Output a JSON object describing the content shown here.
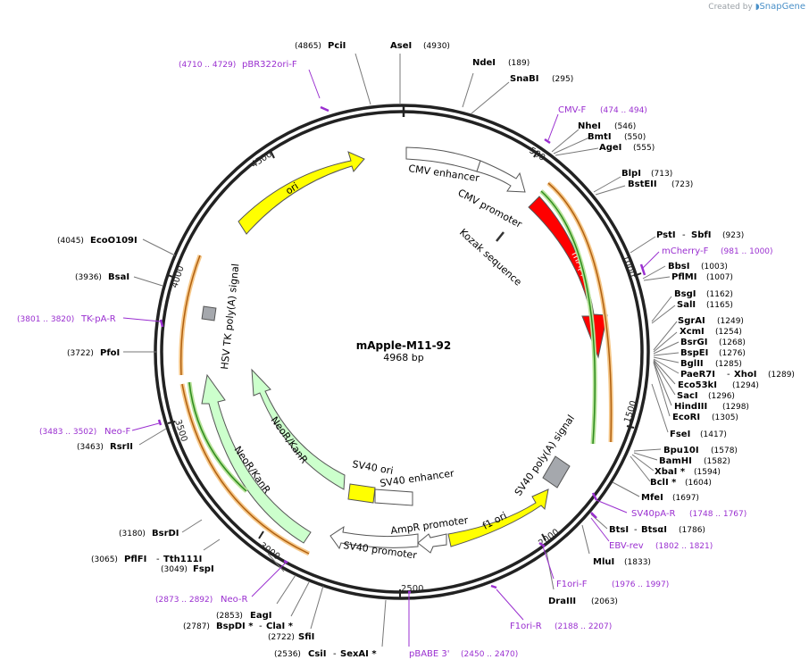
{
  "credit": {
    "prefix": "Created by",
    "brand": "SnapGene"
  },
  "plasmid": {
    "name": "mApple-M11-92",
    "length_label": "4968 bp",
    "length": 4968
  },
  "colors": {
    "enzyme": "#000000",
    "primer": "#9a2fd0",
    "ori": "#ffff00",
    "mApple": "#ff0000",
    "neo": "#ccffcc",
    "white_feature": "#ffffff",
    "sv40ori": "#ffff00",
    "f1ori": "#ffff00",
    "polyA": "#a0a0a0",
    "orf_orange": "#f2a33a",
    "orf_green": "#2e8b1e"
  },
  "ticks": [
    "500",
    "1000",
    "1500",
    "2000",
    "2500",
    "3000",
    "3500",
    "4000",
    "4500"
  ],
  "enzymes": [
    {
      "name": "PciI",
      "pos": "(4865)"
    },
    {
      "name": "AseI",
      "pos": "(4930)"
    },
    {
      "name": "NdeI",
      "pos": "(189)"
    },
    {
      "name": "SnaBI",
      "pos": "(295)"
    },
    {
      "name": "NheI",
      "pos": "(546)"
    },
    {
      "name": "BmtI",
      "pos": "(550)"
    },
    {
      "name": "AgeI",
      "pos": "(555)"
    },
    {
      "name": "BlpI",
      "pos": "(713)"
    },
    {
      "name": "BstEII",
      "pos": "(723)"
    },
    {
      "name": "PstI",
      "extra": "SbfI",
      "pos": "(923)"
    },
    {
      "name": "BbsI",
      "pos": "(1003)"
    },
    {
      "name": "PflMI",
      "pos": "(1007)"
    },
    {
      "name": "BsgI",
      "pos": "(1162)"
    },
    {
      "name": "SalI",
      "pos": "(1165)"
    },
    {
      "name": "SgrAI",
      "pos": "(1249)"
    },
    {
      "name": "XcmI",
      "pos": "(1254)"
    },
    {
      "name": "BsrGI",
      "pos": "(1268)"
    },
    {
      "name": "BspEI",
      "pos": "(1276)"
    },
    {
      "name": "BglII",
      "pos": "(1285)"
    },
    {
      "name": "PaeR7I",
      "extra": "XhoI",
      "pos": "(1289)"
    },
    {
      "name": "Eco53kI",
      "pos": "(1294)"
    },
    {
      "name": "SacI",
      "pos": "(1296)"
    },
    {
      "name": "HindIII",
      "pos": "(1298)"
    },
    {
      "name": "EcoRI",
      "pos": "(1305)"
    },
    {
      "name": "FseI",
      "pos": "(1417)"
    },
    {
      "name": "Bpu10I",
      "pos": "(1578)"
    },
    {
      "name": "BamHI",
      "pos": "(1582)"
    },
    {
      "name": "XbaI *",
      "pos": "(1594)"
    },
    {
      "name": "BclI *",
      "pos": "(1604)"
    },
    {
      "name": "MfeI",
      "pos": "(1697)"
    },
    {
      "name": "BtsI",
      "extra": "BtsαI",
      "pos": "(1786)"
    },
    {
      "name": "MluI",
      "pos": "(1833)"
    },
    {
      "name": "DraIII",
      "pos": "(2063)"
    },
    {
      "name": "CsiI",
      "extra": "SexAI *",
      "pos": "(2536)"
    },
    {
      "name": "SfiI",
      "pos": "(2722)"
    },
    {
      "name": "BspDI *",
      "extra": "ClaI *",
      "pos": "(2787)"
    },
    {
      "name": "EagI",
      "pos": "(2853)"
    },
    {
      "name": "FspI",
      "pos": "(3049)"
    },
    {
      "name": "PflFI",
      "extra": "Tth111I",
      "pos": "(3065)"
    },
    {
      "name": "BsrDI",
      "pos": "(3180)"
    },
    {
      "name": "RsrII",
      "pos": "(3463)"
    },
    {
      "name": "PfoI",
      "pos": "(3722)"
    },
    {
      "name": "BsaI",
      "pos": "(3936)"
    },
    {
      "name": "EcoO109I",
      "pos": "(4045)"
    }
  ],
  "primers": [
    {
      "name": "pBR322ori-F",
      "range": "(4710 .. 4729)"
    },
    {
      "name": "CMV-F",
      "range": "(474 .. 494)"
    },
    {
      "name": "mCherry-F",
      "range": "(981 .. 1000)"
    },
    {
      "name": "SV40pA-R",
      "range": "(1748 .. 1767)"
    },
    {
      "name": "EBV-rev",
      "range": "(1802 .. 1821)"
    },
    {
      "name": "F1ori-F",
      "range": "(1976 .. 1997)"
    },
    {
      "name": "F1ori-R",
      "range": "(2188 .. 2207)"
    },
    {
      "name": "pBABE 3'",
      "range": "(2450 .. 2470)"
    },
    {
      "name": "Neo-R",
      "range": "(2873 .. 2892)"
    },
    {
      "name": "Neo-F",
      "range": "(3483 .. 3502)"
    },
    {
      "name": "TK-pA-R",
      "range": "(3801 .. 3820)"
    }
  ],
  "features": {
    "ori": "ori",
    "cmv_enhancer": "CMV enhancer",
    "cmv_promoter": "CMV promoter",
    "kozak": "Kozak sequence",
    "mApple": "mApple",
    "sv40_polyA": "SV40 poly(A) signal",
    "f1_ori": "f1 ori",
    "ampr_promoter": "AmpR promoter",
    "sv40_promoter": "SV40 promoter",
    "sv40_ori": "SV40 ori",
    "sv40_enhancer": "SV40 enhancer",
    "neo_inner": "NeoR/KanR",
    "neo_outer": "NeoR/KanR",
    "hsv_polyA": "HSV TK poly(A) signal"
  }
}
